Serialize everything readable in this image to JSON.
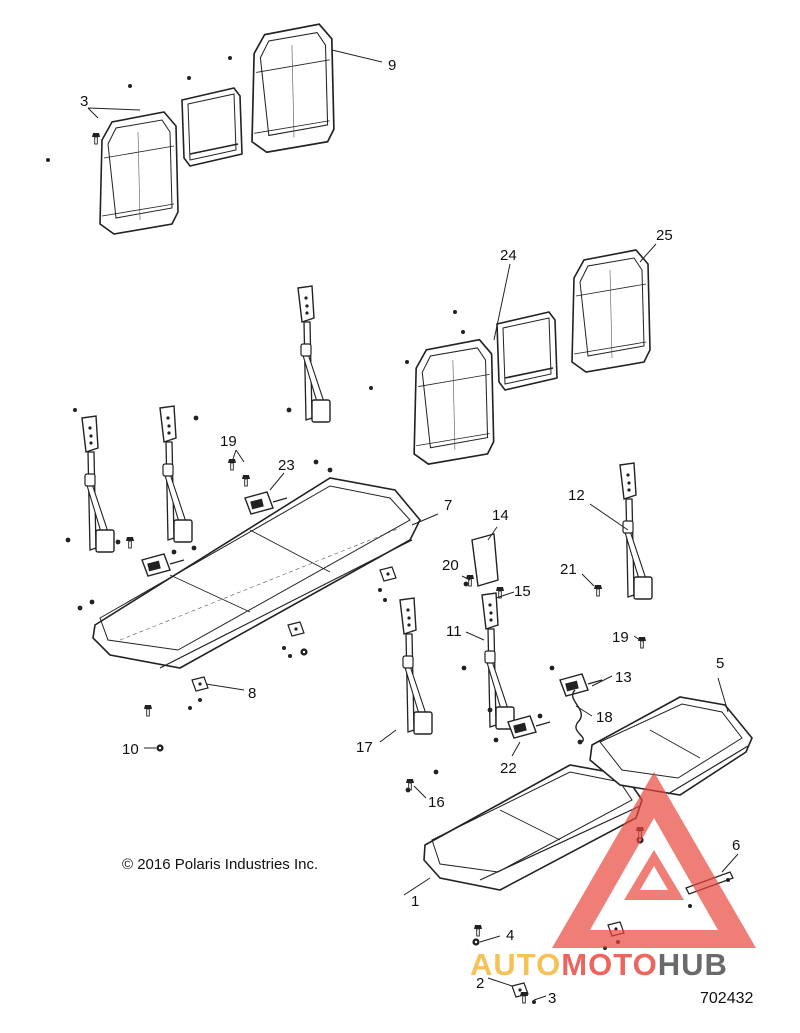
{
  "copyright": "© 2016 Polaris Industries Inc.",
  "diagram_id": "702432",
  "callouts": [
    {
      "label": "1"
    },
    {
      "label": "2"
    },
    {
      "label": "3"
    },
    {
      "label": "3"
    },
    {
      "label": "4"
    },
    {
      "label": "5"
    },
    {
      "label": "6"
    },
    {
      "label": "7"
    },
    {
      "label": "8"
    },
    {
      "label": "9"
    },
    {
      "label": "10"
    },
    {
      "label": "11"
    },
    {
      "label": "12"
    },
    {
      "label": "13"
    },
    {
      "label": "14"
    },
    {
      "label": "15"
    },
    {
      "label": "16"
    },
    {
      "label": "17"
    },
    {
      "label": "18"
    },
    {
      "label": "19"
    },
    {
      "label": "19"
    },
    {
      "label": "20"
    },
    {
      "label": "21"
    },
    {
      "label": "22"
    },
    {
      "label": "23"
    },
    {
      "label": "24"
    },
    {
      "label": "25"
    }
  ],
  "watermark": {
    "auto": "AUTO",
    "moto": "MOTO",
    "hub": "HUB",
    "colors": {
      "auto": "#f2b531",
      "moto": "#e8453c",
      "hub": "#4a4a4a",
      "triangle": "#e8453c"
    }
  }
}
